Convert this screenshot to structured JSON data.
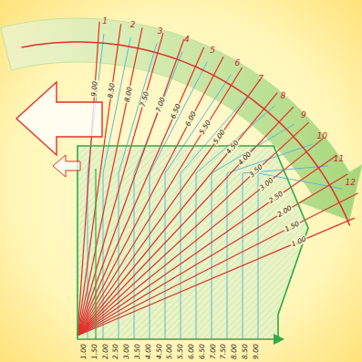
{
  "diagram": {
    "labels": [
      "1",
      "2",
      "3",
      "4",
      "5",
      "6",
      "7",
      "8",
      "9",
      "10",
      "11",
      "12",
      "9.00",
      "8.50",
      "8.00",
      "7.50",
      "7.00",
      "6.50",
      "6.00",
      "5.50",
      "5.00",
      "4.50",
      "4.00",
      "3.50",
      "3.00",
      "2.50",
      "2.00",
      "1.50",
      "1.00",
      "1.00",
      "1.50",
      "2.00",
      "2.50",
      "3.00",
      "3.50",
      "4.00",
      "4.50",
      "5.00",
      "5.50",
      "6.00",
      "6.50",
      "7.00",
      "7.50",
      "8.00",
      "8.50",
      "9.00"
    ]
  }
}
